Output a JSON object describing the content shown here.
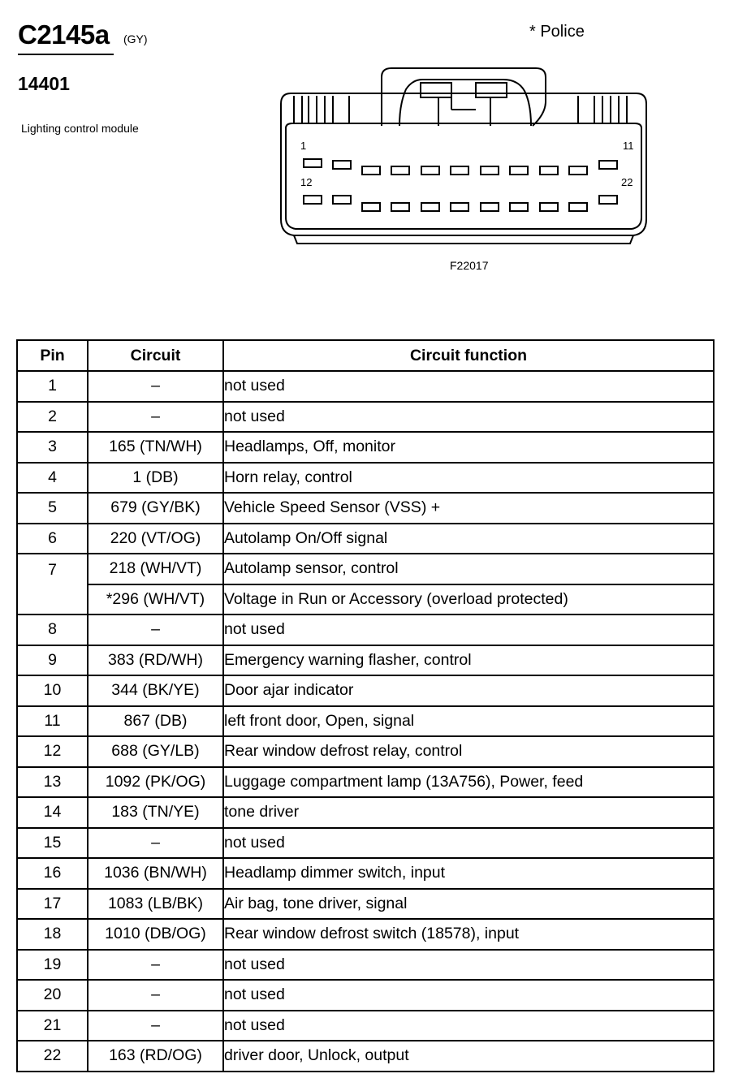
{
  "header": {
    "connector_id": "C2145a",
    "connector_color": "(GY)",
    "part_number": "14401",
    "part_name": "Lighting control module",
    "legend_note": "* Police"
  },
  "figure": {
    "figure_id": "F22017",
    "pin_labels": {
      "top_left": "1",
      "top_right": "11",
      "bottom_left": "12",
      "bottom_right": "22"
    }
  },
  "table": {
    "headers": {
      "pin": "Pin",
      "circuit": "Circuit",
      "function": "Circuit function"
    },
    "rows": [
      {
        "pin": "1",
        "circuit": "–",
        "function": "not used"
      },
      {
        "pin": "2",
        "circuit": "–",
        "function": "not used"
      },
      {
        "pin": "3",
        "circuit": "165 (TN/WH)",
        "function": "Headlamps, Off, monitor"
      },
      {
        "pin": "4",
        "circuit": "1 (DB)",
        "function": "Horn relay, control"
      },
      {
        "pin": "5",
        "circuit": "679 (GY/BK)",
        "function": "Vehicle Speed Sensor (VSS) +"
      },
      {
        "pin": "6",
        "circuit": "220 (VT/OG)",
        "function": "Autolamp On/Off signal"
      },
      {
        "pin": "7",
        "circuit": "218 (WH/VT)",
        "function": "Autolamp sensor, control",
        "circuit_2": "*296 (WH/VT)",
        "function_2": "Voltage in Run or Accessory (overload protected)"
      },
      {
        "pin": "8",
        "circuit": "–",
        "function": "not used"
      },
      {
        "pin": "9",
        "circuit": "383 (RD/WH)",
        "function": "Emergency warning flasher, control"
      },
      {
        "pin": "10",
        "circuit": "344 (BK/YE)",
        "function": "Door ajar indicator"
      },
      {
        "pin": "11",
        "circuit": "867 (DB)",
        "function": "left front door, Open, signal"
      },
      {
        "pin": "12",
        "circuit": "688 (GY/LB)",
        "function": "Rear window defrost relay, control"
      },
      {
        "pin": "13",
        "circuit": "1092 (PK/OG)",
        "function": "Luggage compartment lamp (13A756), Power, feed"
      },
      {
        "pin": "14",
        "circuit": "183 (TN/YE)",
        "function": "tone driver"
      },
      {
        "pin": "15",
        "circuit": "–",
        "function": "not used"
      },
      {
        "pin": "16",
        "circuit": "1036 (BN/WH)",
        "function": "Headlamp dimmer switch, input"
      },
      {
        "pin": "17",
        "circuit": "1083 (LB/BK)",
        "function": "Air bag, tone driver, signal"
      },
      {
        "pin": "18",
        "circuit": "1010 (DB/OG)",
        "function": "Rear window defrost switch (18578), input"
      },
      {
        "pin": "19",
        "circuit": "–",
        "function": "not used"
      },
      {
        "pin": "20",
        "circuit": "–",
        "function": "not used"
      },
      {
        "pin": "21",
        "circuit": "–",
        "function": "not used"
      },
      {
        "pin": "22",
        "circuit": "163 (RD/OG)",
        "function": "driver door, Unlock, output"
      }
    ]
  }
}
